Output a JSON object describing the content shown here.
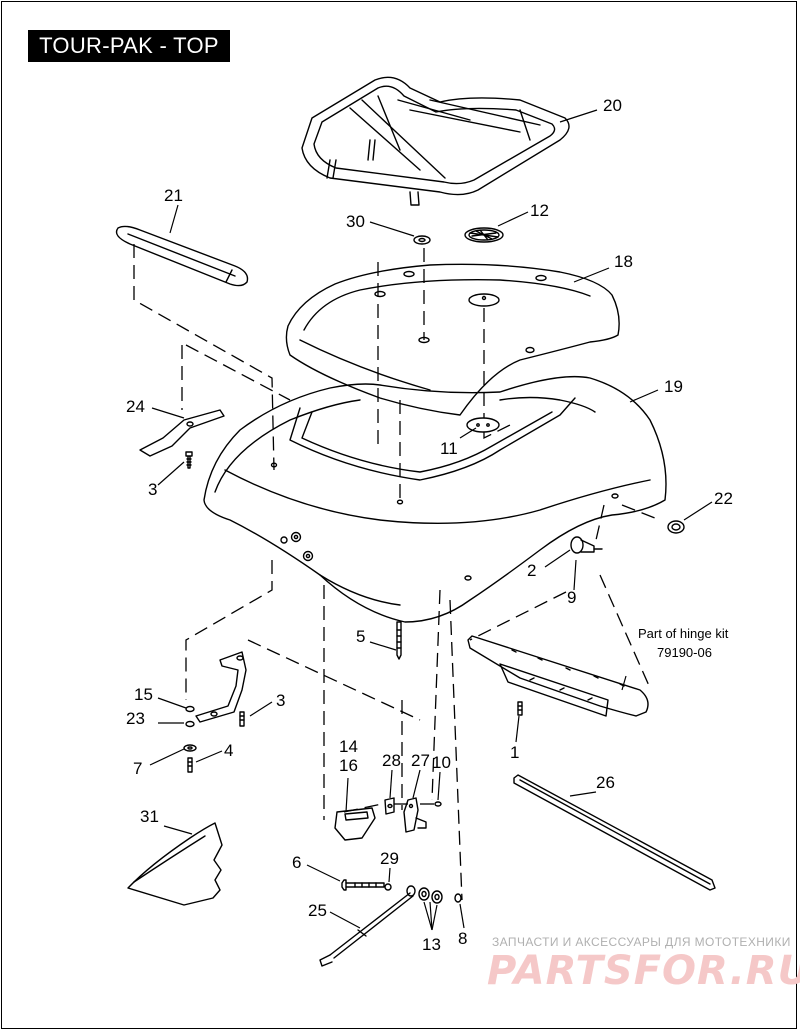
{
  "title": "TOUR-PAK - TOP",
  "note": {
    "line1": "Part of hinge kit",
    "line2": "79190-06"
  },
  "callouts": {
    "c20": "20",
    "c21": "21",
    "c30": "30",
    "c12": "12",
    "c18": "18",
    "c19": "19",
    "c24": "24",
    "c3a": "3",
    "c11": "11",
    "c22": "22",
    "c2": "2",
    "c9": "9",
    "c5": "5",
    "c15": "15",
    "c3b": "3",
    "c23": "23",
    "c7": "7",
    "c4": "4",
    "c1": "1",
    "c14": "14",
    "c16": "16",
    "c28": "28",
    "c27": "27",
    "c10": "10",
    "c26": "26",
    "c31": "31",
    "c6": "6",
    "c29": "29",
    "c25": "25",
    "c13": "13",
    "c8": "8"
  },
  "watermark": {
    "tagline": "ЗАПЧАСТИ И АКСЕССУАРЫ ДЛЯ МОТОТЕХНИКИ",
    "logo": "PARTSFOR.RU"
  }
}
